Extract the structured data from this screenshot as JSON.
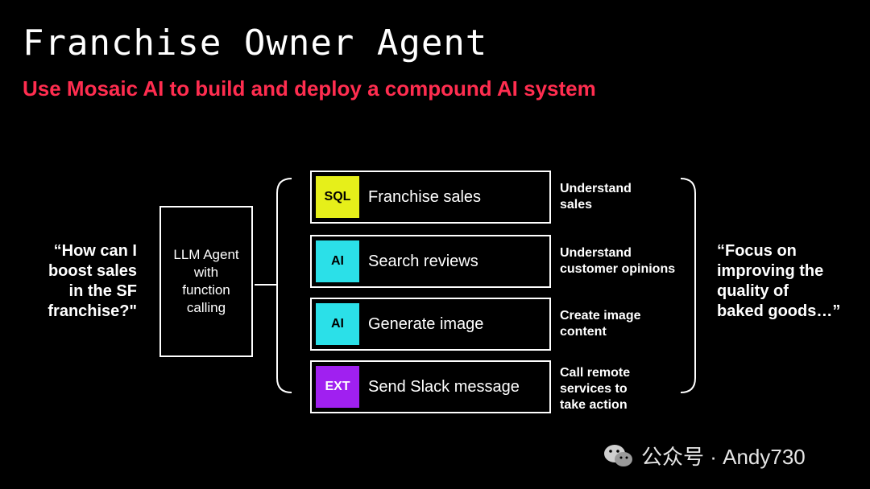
{
  "title": "Franchise Owner Agent",
  "subtitle": "Use Mosaic AI to build and deploy a compound AI system",
  "colors": {
    "subtitle": "#ff2d4f",
    "sql_badge": "#e6ef1a",
    "ai_badge": "#2be0e8",
    "ext_badge": "#a020f0"
  },
  "question": "“How can I\nboost sales\nin the SF\nfranchise?\"",
  "agent": "LLM Agent\nwith\nfunction\ncalling",
  "tools": [
    {
      "badge": "SQL",
      "label": "Franchise sales",
      "description": "Understand\nsales"
    },
    {
      "badge": "AI",
      "label": "Search reviews",
      "description": "Understand\ncustomer opinions"
    },
    {
      "badge": "AI",
      "label": "Generate image",
      "description": "Create image\ncontent"
    },
    {
      "badge": "EXT",
      "label": "Send Slack message",
      "description": "Call remote\nservices to\ntake action"
    }
  ],
  "answer": "“Focus on\nimproving the\nquality of\nbaked goods…”",
  "watermark": {
    "text": "公众号 · Andy730",
    "icon": "wechat-icon"
  }
}
